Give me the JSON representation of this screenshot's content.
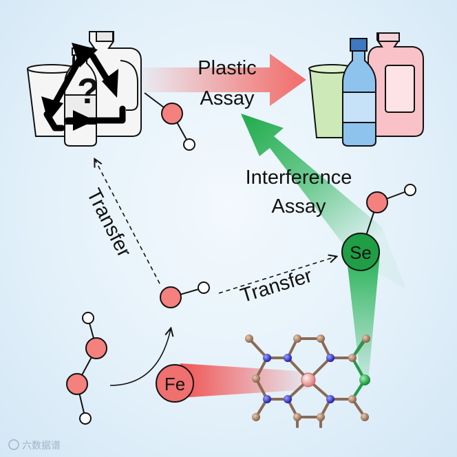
{
  "labels": {
    "plastic_line1": "Plastic",
    "plastic_line2": "Assay",
    "interference_line1": "Interference",
    "interference_line2": "Assay",
    "transfer_left": "Transfer",
    "transfer_right": "Transfer",
    "question_mark": "?"
  },
  "atoms": {
    "fe": "Fe",
    "se": "Se"
  },
  "watermark": "六数据谱",
  "colors": {
    "pink_atom": "#f5817e",
    "green_atom": "#1f9e45",
    "plastic_arrow": "#f26b68",
    "interference_arrow": "#20b050",
    "fe_glow": "#f06060",
    "framework_c": "#a37a5e",
    "framework_n": "#3c3cc8",
    "center_fe": "#f4a3a3"
  },
  "icons": [
    "recycle-icon",
    "question-icon"
  ]
}
